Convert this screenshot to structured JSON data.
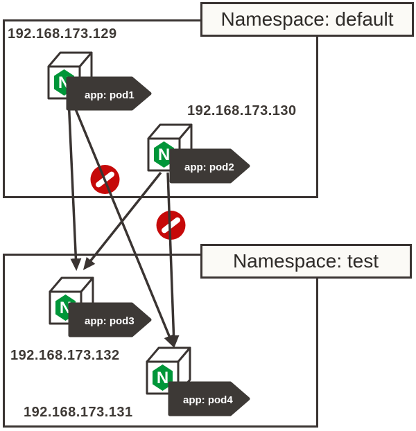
{
  "colors": {
    "outline": "#3a3432",
    "tag_fill": "#3d3936",
    "blocked_red": "#c60909",
    "nginx_green": "#009639",
    "label_bg": "#fbfaf6",
    "text_dark": "#2e2b28",
    "ip_text": "#3e3935"
  },
  "namespaces": [
    {
      "name": "default",
      "label": "Namespace: default"
    },
    {
      "name": "test",
      "label": "Namespace: test"
    }
  ],
  "pods": [
    {
      "name": "pod1",
      "label": "app: pod1",
      "ip": "192.168.173.129",
      "namespace": "default"
    },
    {
      "name": "pod2",
      "label": "app: pod2",
      "ip": "192.168.173.130",
      "namespace": "default"
    },
    {
      "name": "pod3",
      "label": "app: pod3",
      "ip": "192.168.173.132",
      "namespace": "test"
    },
    {
      "name": "pod4",
      "label": "app: pod4",
      "ip": "192.168.173.131",
      "namespace": "test"
    }
  ],
  "nginx": {
    "letter": "N"
  },
  "connections": [
    {
      "from": "pod1",
      "to": "pod3",
      "blocked": false
    },
    {
      "from": "pod1",
      "to": "pod4",
      "blocked": true
    },
    {
      "from": "pod2",
      "to": "pod3",
      "blocked": false
    },
    {
      "from": "pod2",
      "to": "pod4",
      "blocked": true
    }
  ]
}
